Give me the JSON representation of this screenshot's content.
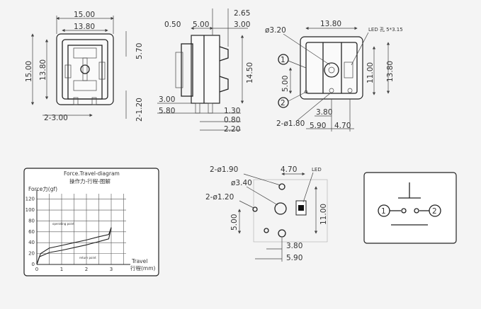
{
  "front_view": {
    "dims": {
      "top_width": "15.00",
      "inner_width": "13.80",
      "left_height": "15.00",
      "inner_height": "13.80",
      "right_depth": "5.70",
      "right_low": "2-1.20",
      "bottom": "2-3.00"
    }
  },
  "side_view": {
    "dims": {
      "top_left": "0.50",
      "top_mid": "5.00",
      "top_a": "2.65",
      "top_b": "3.00",
      "height": "14.50",
      "pin_len": "3.00",
      "base": "5.80",
      "b1": "1.30",
      "b2": "0.80",
      "b3": "2.20"
    }
  },
  "bottom_view": {
    "dims": {
      "hole": "ø3.20",
      "width": "13.80",
      "led_label": "LED 孔 5*3.15",
      "right_h1": "11.00",
      "right_h2": "13.80",
      "left_h": "5.00",
      "pin_holes": "2-ø1.80",
      "d1": "3.80",
      "d2": "5.90",
      "d3": "4.70"
    },
    "pin_labels": [
      "1",
      "2"
    ]
  },
  "chart_data": {
    "type": "line",
    "title": "Force.Travel-diagram",
    "subtitle": "操作力-行程-图解",
    "ylabel": "Force力(gf)",
    "xlabel": "Travel",
    "xlabel_cn": "行程(mm)",
    "yticks": [
      "0",
      "20",
      "40",
      "60",
      "80",
      "100",
      "120"
    ],
    "xticks": [
      "0",
      "1",
      "2",
      "3"
    ],
    "ylim": [
      0,
      130
    ],
    "xlim": [
      0,
      3.6
    ],
    "grid": true,
    "annotations": [
      "operating point",
      "return point"
    ],
    "series": [
      {
        "x": [
          0,
          0.15,
          0.5,
          1.0,
          1.5,
          2.0,
          2.5,
          2.9,
          3.0
        ],
        "values": [
          0,
          20,
          30,
          35,
          40,
          45,
          51,
          55,
          68
        ]
      },
      {
        "x": [
          0,
          0.1,
          0.5,
          1.0,
          1.5,
          2.0,
          2.5,
          2.9,
          3.0
        ],
        "values": [
          0,
          14,
          22,
          26,
          31,
          36,
          42,
          47,
          68
        ]
      }
    ]
  },
  "pcb_layout": {
    "dims": {
      "hole_a": "2-ø1.90",
      "dim_a": "4.70",
      "hole_b": "ø3.40",
      "hole_c": "2-ø1.20",
      "height": "11.00",
      "side": "5.00",
      "b1": "3.80",
      "b2": "5.90",
      "led": "LED"
    }
  },
  "schematic": {
    "pin_labels": [
      "1",
      "2"
    ]
  }
}
